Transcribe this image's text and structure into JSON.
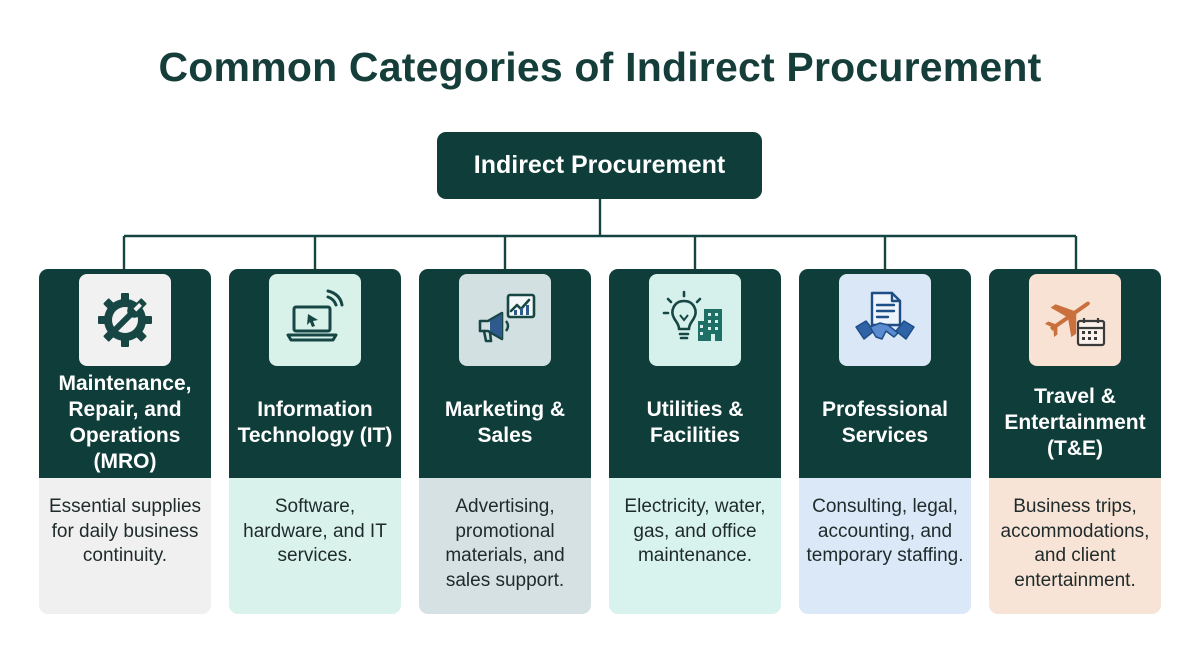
{
  "title": "Common Categories of Indirect Procurement",
  "root": {
    "label": "Indirect Procurement"
  },
  "colors": {
    "dark_teal": "#0f3d39",
    "title_color": "#153e3a",
    "connector": "#164541"
  },
  "categories": [
    {
      "label": "Maintenance, Repair, and Operations (MRO)",
      "description": "Essential supplies for daily business continuity.",
      "icon": "gear-wrench-icon",
      "tile_color": "#f1f1f1",
      "desc_bg": "#f0f0f0"
    },
    {
      "label": "Information Technology (IT)",
      "description": "Software, hardware, and IT services.",
      "icon": "laptop-cursor-icon",
      "tile_color": "#d8f2ea",
      "desc_bg": "#d9f3ec"
    },
    {
      "label": "Marketing & Sales",
      "description": "Advertising, promotional materials, and sales support.",
      "icon": "megaphone-chart-icon",
      "tile_color": "#d3e0e2",
      "desc_bg": "#d5e1e3"
    },
    {
      "label": "Utilities & Facilities",
      "description": "Electricity, water, gas, and office maintenance.",
      "icon": "lightbulb-building-icon",
      "tile_color": "#d6f1ec",
      "desc_bg": "#d8f3ee"
    },
    {
      "label": "Professional Services",
      "description": "Consulting, legal, accounting, and temporary staffing.",
      "icon": "document-handshake-icon",
      "tile_color": "#d9e7f7",
      "desc_bg": "#dbe8f8"
    },
    {
      "label": "Travel & Entertainment (T&E)",
      "description": "Business trips, accommodations, and client entertainment.",
      "icon": "airplane-calendar-icon",
      "tile_color": "#f7e2d3",
      "desc_bg": "#f8e4d6"
    }
  ]
}
